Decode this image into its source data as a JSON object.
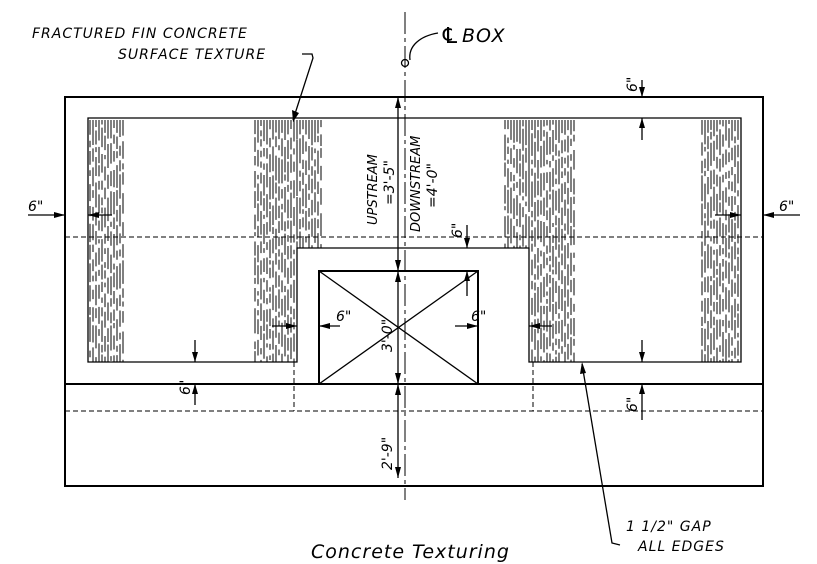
{
  "title": "Concrete Texturing",
  "labels": {
    "fractured_line1": "FRACTURED FIN CONCRETE",
    "fractured_line2": "SURFACE TEXTURE",
    "centerline_box": "BOX",
    "centerline_symbol": "℄",
    "upstream_line1": "UPSTREAM",
    "upstream_line2": "=3'-5\"",
    "downstream_line1": "DOWNSTREAM",
    "downstream_line2": "=4'-0\"",
    "dim_6_top": "6\"",
    "dim_6_left": "6\"",
    "dim_6_right": "6\"",
    "dim_6_mid": "6\"",
    "dim_6_inner_left": "6\"",
    "dim_6_inner_right": "6\"",
    "dim_6_bottom_left": "6\"",
    "dim_6_bottom_right": "6\"",
    "dim_3_0": "3'-0\"",
    "dim_2_9": "2'-9\"",
    "gap_line1": "1 1/2\" GAP",
    "gap_line2": "ALL EDGES"
  }
}
